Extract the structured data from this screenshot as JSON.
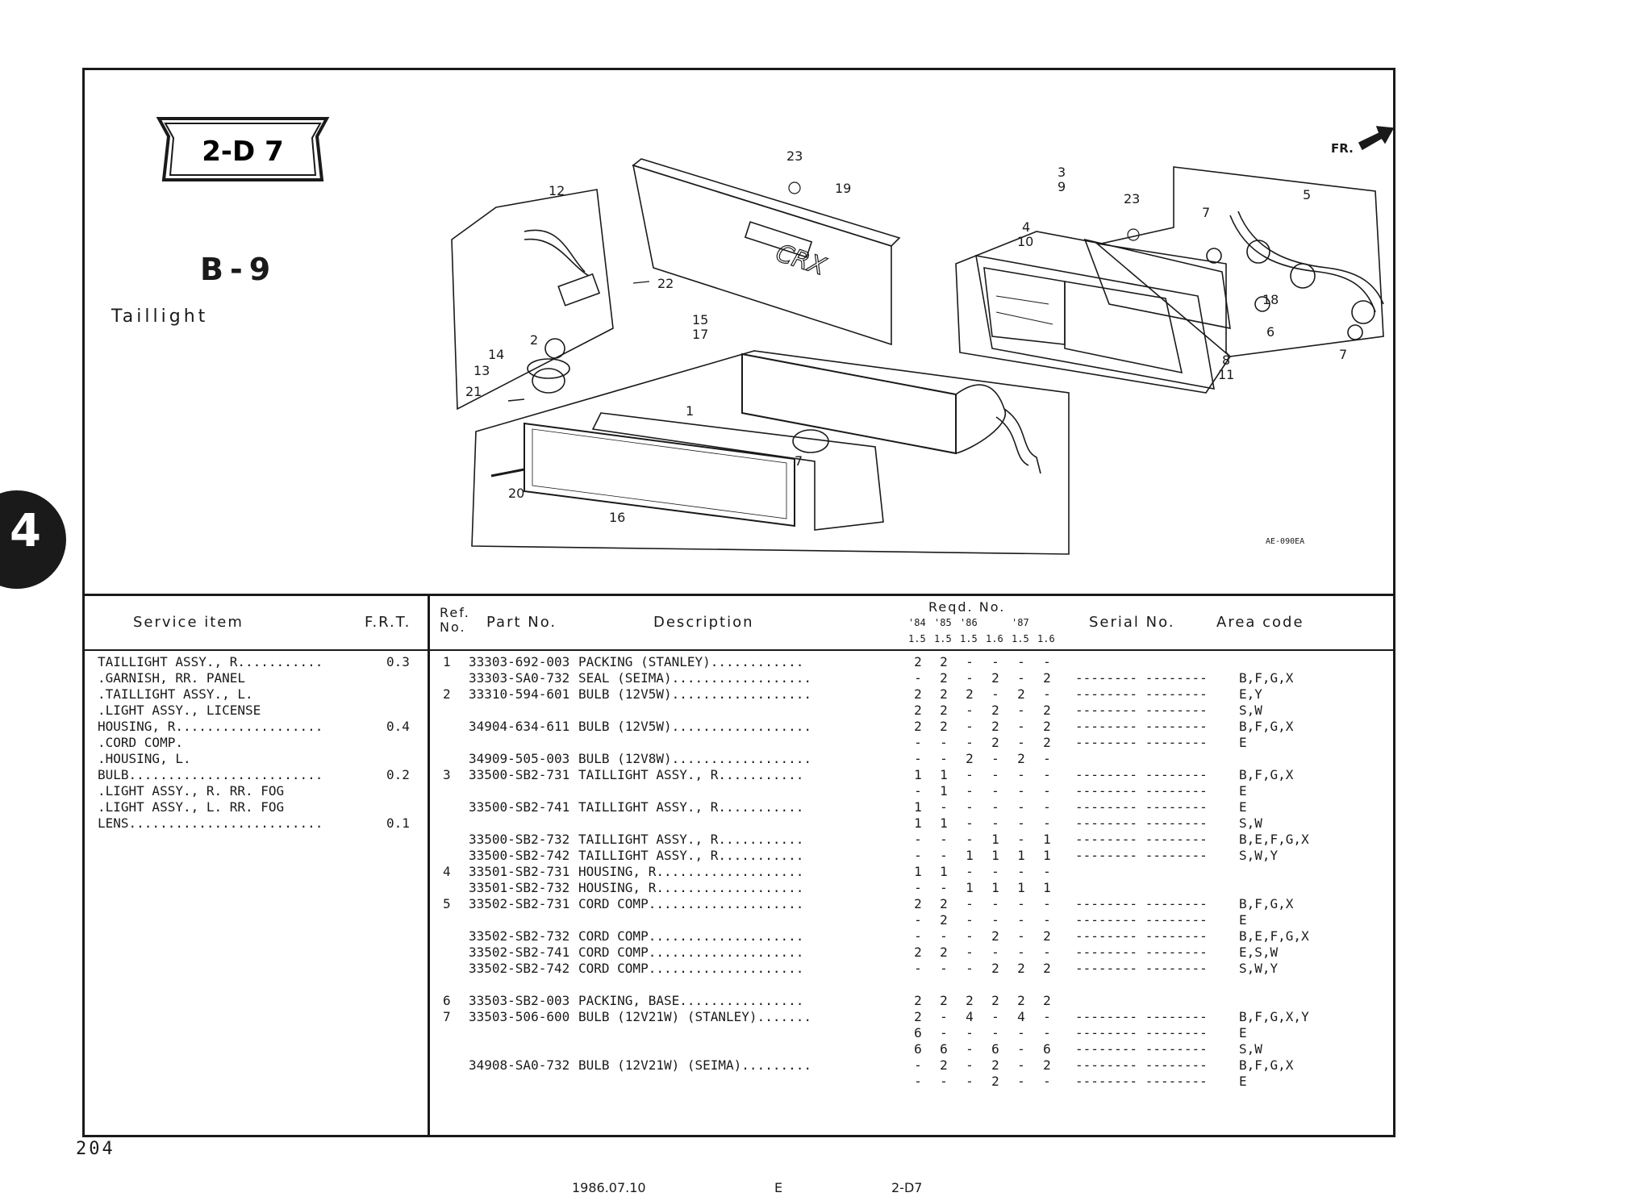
{
  "section": {
    "badge_text": "2-D 7",
    "code": "B-9",
    "title": "Taillight",
    "side_tab": "4"
  },
  "diagram": {
    "image_code": "AE-090EA",
    "direction_label": "FR.",
    "emblem": "CRX",
    "refs": [
      "1",
      "2",
      "3",
      "4",
      "5",
      "6",
      "7",
      "8",
      "9",
      "10",
      "11",
      "12",
      "13",
      "14",
      "15",
      "16",
      "17",
      "18",
      "19",
      "20",
      "21",
      "22",
      "23"
    ]
  },
  "table": {
    "headers": {
      "service_item": "Service   item",
      "frt": "F.R.T.",
      "ref_no": "Ref.\nNo.",
      "part_no": "Part No.",
      "description": "Description",
      "reqd_no": "Reqd. No.",
      "years": [
        "'84",
        "'85",
        "'86",
        "",
        "'87",
        ""
      ],
      "engines": [
        "1.5",
        "1.5",
        "1.5",
        "1.6",
        "1.5",
        "1.6"
      ],
      "serial_no": "Serial No.",
      "area_code": "Area code"
    },
    "service_items": [
      {
        "label": "TAILLIGHT ASSY., R...........",
        "frt": "0.3"
      },
      {
        "label": ".GARNISH, RR. PANEL",
        "frt": ""
      },
      {
        "label": ".TAILLIGHT ASSY., L.",
        "frt": ""
      },
      {
        "label": ".LIGHT ASSY., LICENSE",
        "frt": ""
      },
      {
        "label": "HOUSING, R...................",
        "frt": "0.4"
      },
      {
        "label": ".CORD COMP.",
        "frt": ""
      },
      {
        "label": ".HOUSING, L.",
        "frt": ""
      },
      {
        "label": "BULB.........................",
        "frt": "0.2"
      },
      {
        "label": ".LIGHT ASSY., R. RR. FOG",
        "frt": ""
      },
      {
        "label": ".LIGHT ASSY., L. RR. FOG",
        "frt": ""
      },
      {
        "label": "LENS.........................",
        "frt": "0.1"
      }
    ],
    "parts": [
      {
        "ref": "1",
        "part": "33303-692-003",
        "desc": "PACKING (STANLEY)............",
        "q": [
          "2",
          "2",
          "-",
          "-",
          "-",
          "-"
        ],
        "serial": "",
        "area": ""
      },
      {
        "ref": "",
        "part": "33303-SA0-732",
        "desc": "SEAL (SEIMA)..................",
        "q": [
          "-",
          "2",
          "-",
          "2",
          "-",
          "2"
        ],
        "serial": "-------- --------",
        "area": "B,F,G,X"
      },
      {
        "ref": "2",
        "part": "33310-594-601",
        "desc": "BULB (12V5W)..................",
        "q": [
          "2",
          "2",
          "2",
          "-",
          "2",
          "-"
        ],
        "serial": "-------- --------",
        "area": "E,Y"
      },
      {
        "ref": "",
        "part": "",
        "desc": "",
        "q": [
          "2",
          "2",
          "-",
          "2",
          "-",
          "2"
        ],
        "serial": "-------- --------",
        "area": "S,W"
      },
      {
        "ref": "",
        "part": "34904-634-611",
        "desc": "BULB (12V5W)..................",
        "q": [
          "2",
          "2",
          "-",
          "2",
          "-",
          "2"
        ],
        "serial": "-------- --------",
        "area": "B,F,G,X"
      },
      {
        "ref": "",
        "part": "",
        "desc": "",
        "q": [
          "-",
          "-",
          "-",
          "2",
          "-",
          "2"
        ],
        "serial": "-------- --------",
        "area": "E"
      },
      {
        "ref": "",
        "part": "34909-505-003",
        "desc": "BULB (12V8W)..................",
        "q": [
          "-",
          "-",
          "2",
          "-",
          "2",
          "-"
        ],
        "serial": "",
        "area": ""
      },
      {
        "ref": "3",
        "part": "33500-SB2-731",
        "desc": "TAILLIGHT ASSY., R...........",
        "q": [
          "1",
          "1",
          "-",
          "-",
          "-",
          "-"
        ],
        "serial": "-------- --------",
        "area": "B,F,G,X"
      },
      {
        "ref": "",
        "part": "",
        "desc": "",
        "q": [
          "-",
          "1",
          "-",
          "-",
          "-",
          "-"
        ],
        "serial": "-------- --------",
        "area": "E"
      },
      {
        "ref": "",
        "part": "33500-SB2-741",
        "desc": "TAILLIGHT ASSY., R...........",
        "q": [
          "1",
          "-",
          "-",
          "-",
          "-",
          "-"
        ],
        "serial": "-------- --------",
        "area": "E"
      },
      {
        "ref": "",
        "part": "",
        "desc": "",
        "q": [
          "1",
          "1",
          "-",
          "-",
          "-",
          "-"
        ],
        "serial": "-------- --------",
        "area": "S,W"
      },
      {
        "ref": "",
        "part": "33500-SB2-732",
        "desc": "TAILLIGHT ASSY., R...........",
        "q": [
          "-",
          "-",
          "-",
          "1",
          "-",
          "1"
        ],
        "serial": "-------- --------",
        "area": "B,E,F,G,X"
      },
      {
        "ref": "",
        "part": "33500-SB2-742",
        "desc": "TAILLIGHT ASSY., R...........",
        "q": [
          "-",
          "-",
          "1",
          "1",
          "1",
          "1"
        ],
        "serial": "-------- --------",
        "area": "S,W,Y"
      },
      {
        "ref": "4",
        "part": "33501-SB2-731",
        "desc": "HOUSING, R...................",
        "q": [
          "1",
          "1",
          "-",
          "-",
          "-",
          "-"
        ],
        "serial": "",
        "area": ""
      },
      {
        "ref": "",
        "part": "33501-SB2-732",
        "desc": "HOUSING, R...................",
        "q": [
          "-",
          "-",
          "1",
          "1",
          "1",
          "1"
        ],
        "serial": "",
        "area": ""
      },
      {
        "ref": "5",
        "part": "33502-SB2-731",
        "desc": "CORD COMP....................",
        "q": [
          "2",
          "2",
          "-",
          "-",
          "-",
          "-"
        ],
        "serial": "-------- --------",
        "area": "B,F,G,X"
      },
      {
        "ref": "",
        "part": "",
        "desc": "",
        "q": [
          "-",
          "2",
          "-",
          "-",
          "-",
          "-"
        ],
        "serial": "-------- --------",
        "area": "E"
      },
      {
        "ref": "",
        "part": "33502-SB2-732",
        "desc": "CORD COMP....................",
        "q": [
          "-",
          "-",
          "-",
          "2",
          "-",
          "2"
        ],
        "serial": "-------- --------",
        "area": "B,E,F,G,X"
      },
      {
        "ref": "",
        "part": "33502-SB2-741",
        "desc": "CORD COMP....................",
        "q": [
          "2",
          "2",
          "-",
          "-",
          "-",
          "-"
        ],
        "serial": "-------- --------",
        "area": "E,S,W"
      },
      {
        "ref": "",
        "part": "33502-SB2-742",
        "desc": "CORD COMP....................",
        "q": [
          "-",
          "-",
          "-",
          "2",
          "2",
          "2"
        ],
        "serial": "-------- --------",
        "area": "S,W,Y"
      },
      {
        "ref": "",
        "part": "",
        "desc": "",
        "q": [
          "",
          "",
          "",
          "",
          "",
          ""
        ],
        "serial": "",
        "area": ""
      },
      {
        "ref": "6",
        "part": "33503-SB2-003",
        "desc": "PACKING, BASE................",
        "q": [
          "2",
          "2",
          "2",
          "2",
          "2",
          "2"
        ],
        "serial": "",
        "area": ""
      },
      {
        "ref": "7",
        "part": "33503-506-600",
        "desc": "BULB (12V21W) (STANLEY).......",
        "q": [
          "2",
          "-",
          "4",
          "-",
          "4",
          "-"
        ],
        "serial": "-------- --------",
        "area": "B,F,G,X,Y"
      },
      {
        "ref": "",
        "part": "",
        "desc": "",
        "q": [
          "6",
          "-",
          "-",
          "-",
          "-",
          "-"
        ],
        "serial": "-------- --------",
        "area": "E"
      },
      {
        "ref": "",
        "part": "",
        "desc": "",
        "q": [
          "6",
          "6",
          "-",
          "6",
          "-",
          "6"
        ],
        "serial": "-------- --------",
        "area": "S,W"
      },
      {
        "ref": "",
        "part": "34908-SA0-732",
        "desc": "BULB (12V21W) (SEIMA).........",
        "q": [
          "-",
          "2",
          "-",
          "2",
          "-",
          "2"
        ],
        "serial": "-------- --------",
        "area": "B,F,G,X"
      },
      {
        "ref": "",
        "part": "",
        "desc": "",
        "q": [
          "-",
          "-",
          "-",
          "2",
          "-",
          "-"
        ],
        "serial": "-------- --------",
        "area": "E"
      }
    ]
  },
  "footer": {
    "date": "1986.07.10",
    "edition": "E",
    "code": "2-D7"
  },
  "page_number": "204"
}
